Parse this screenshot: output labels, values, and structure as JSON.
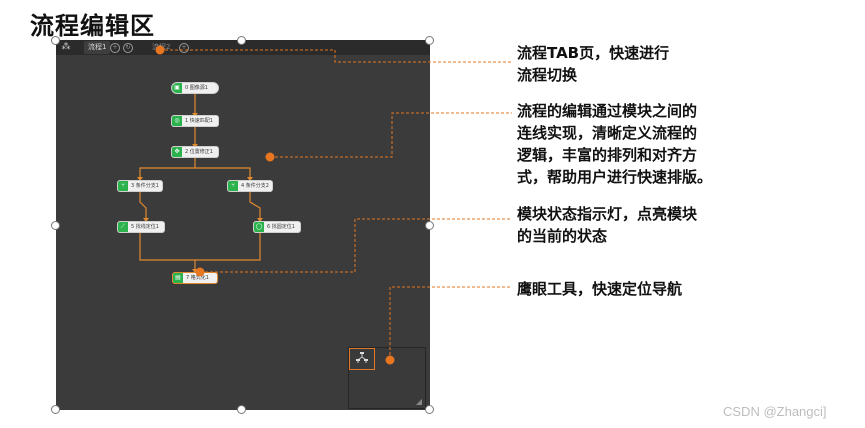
{
  "page": {
    "title": "流程编辑区",
    "watermark": "CSDN @Zhangci]"
  },
  "editor": {
    "tabs": [
      {
        "label": "流程1",
        "active": true
      },
      {
        "label": "流程2",
        "active": false
      }
    ],
    "nodes": [
      {
        "label": "0 图像源1"
      },
      {
        "label": "1 快速匹配1"
      },
      {
        "label": "2 位置修正1"
      },
      {
        "label": "3 条件分支1"
      },
      {
        "label": "4 条件分支2"
      },
      {
        "label": "5 找线定位1"
      },
      {
        "label": "6 找圆定位1"
      },
      {
        "label": "7 格式化1"
      }
    ]
  },
  "callouts": {
    "tab": [
      "流程TAB页，快速进行",
      "流程切换"
    ],
    "edit": [
      "流程的编辑通过模块之间的",
      "连线实现，清晰定义流程的",
      "逻辑，丰富的排列和对齐方",
      "式，帮助用户进行快速排版。"
    ],
    "status": [
      "模块状态指示灯，点亮模块",
      "的当前的状态"
    ],
    "eagle": [
      "鹰眼工具，快速定位导航"
    ]
  },
  "colors": {
    "accent": "#e6761f",
    "canvas": "#3b3b3b",
    "node_icon": "#2bb24c"
  }
}
